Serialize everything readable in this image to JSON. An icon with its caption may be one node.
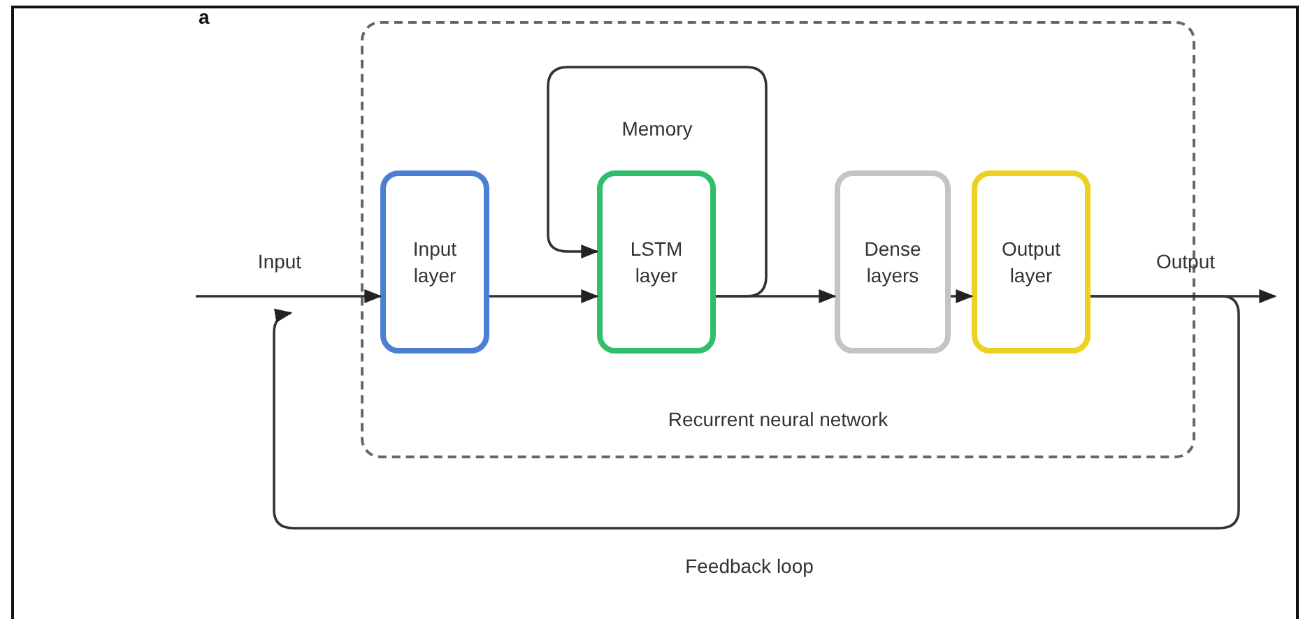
{
  "diagram": {
    "nodes": [
      {
        "text": [
          "Recurrent neural network"
        ]
      },
      {
        "text": [
          "Input layer"
        ],
        "in": 0
      },
      {
        "text": [
          "LSTM layer"
        ],
        "in": 0
      },
      {
        "text": [
          "Dense layers"
        ],
        "in": 0
      },
      {
        "text": [
          "Output layer"
        ],
        "in": 0
      }
    ],
    "edges": [
      {
        "from": null,
        "to": 1,
        "arrow": "to",
        "label": "Input"
      },
      {
        "from": 1,
        "to": 2,
        "arrow": "to"
      },
      {
        "from": 2,
        "to": 2,
        "arrow": "to",
        "label": "Memory"
      },
      {
        "from": 2,
        "to": 3,
        "arrow": "to"
      },
      {
        "from": 3,
        "to": 4,
        "arrow": "to"
      },
      {
        "from": 4,
        "to": null,
        "arrow": "to",
        "label": "Output"
      },
      {
        "from": 4,
        "to": 1,
        "arrow": "to",
        "label": "Feedback loop"
      }
    ],
    "labels": [
      "a"
    ]
  }
}
